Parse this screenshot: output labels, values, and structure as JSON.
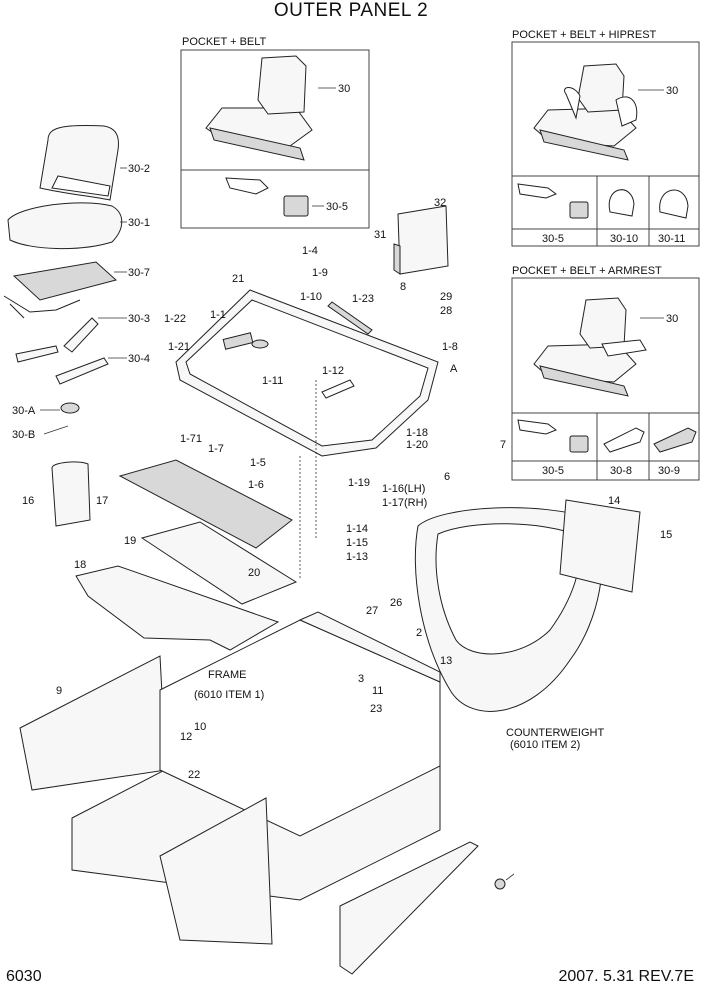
{
  "title": "OUTER PANEL 2",
  "page_number": "6030",
  "revision": "2007. 5.31 REV.7E",
  "insets": {
    "pocket_belt": {
      "label": "POCKET + BELT",
      "items": [
        "30",
        "30-5"
      ]
    },
    "pocket_belt_hiprest": {
      "label": "POCKET + BELT + HIPREST",
      "items": [
        "30",
        "30-5",
        "30-10",
        "30-11"
      ]
    },
    "pocket_belt_armrest": {
      "label": "POCKET + BELT + ARMREST",
      "items": [
        "30",
        "30-5",
        "30-8",
        "30-9"
      ]
    }
  },
  "notes": {
    "frame": [
      "FRAME",
      "(6010 ITEM 1)"
    ],
    "counterweight": [
      "COUNTERWEIGHT",
      "(6010 ITEM 2)"
    ]
  },
  "callouts": [
    "30-2",
    "30-1",
    "30-7",
    "30-3",
    "30-4",
    "30-A",
    "30-B",
    "1-4",
    "1-9",
    "21",
    "1-10",
    "1-23",
    "1-22",
    "1-1",
    "1-21",
    "1-11",
    "1-12",
    "1-71",
    "1-7",
    "1-5",
    "1-6",
    "1-19",
    "1-16(LH)",
    "1-17(RH)",
    "1-18",
    "1-20",
    "1-14",
    "1-15",
    "1-13",
    "1-8",
    "A",
    "31",
    "32",
    "8",
    "29",
    "28",
    "6",
    "7",
    "16",
    "17",
    "19",
    "20",
    "18",
    "14",
    "15",
    "27",
    "26",
    "2",
    "13",
    "3",
    "11",
    "23",
    "9",
    "10",
    "12",
    "22"
  ]
}
